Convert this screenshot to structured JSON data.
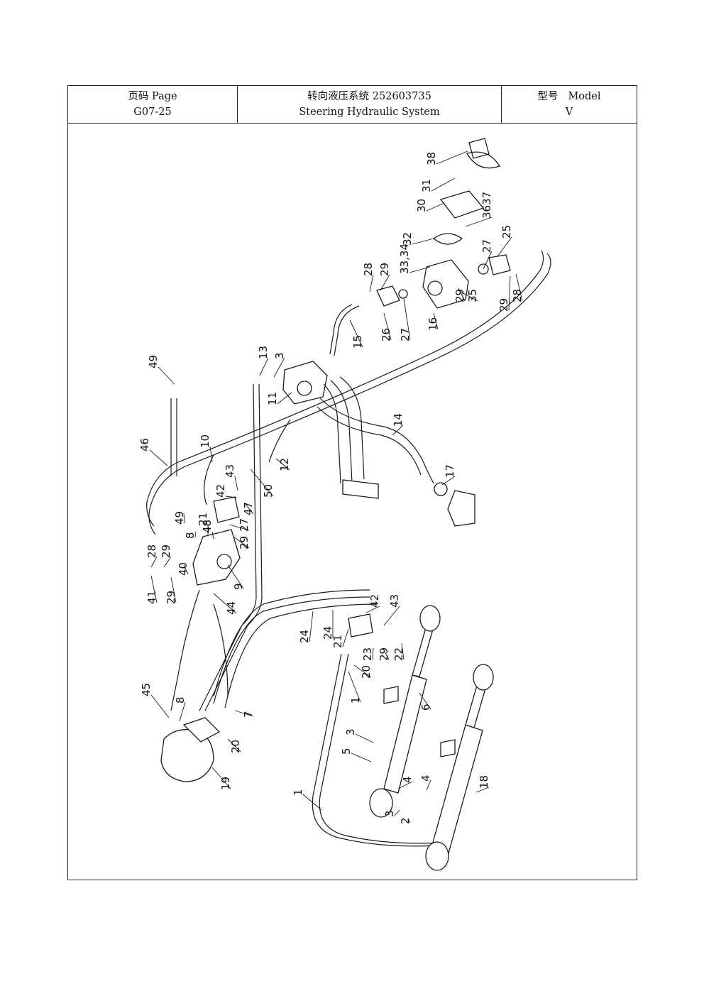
{
  "header": {
    "page_cn": "页码 Page",
    "page_no": "G07-25",
    "title_cn": "转向液压系统 252603735",
    "title_en": "Steering Hydraulic System",
    "model_cn": "型号",
    "model_en": "Model",
    "model_value": "V"
  },
  "callouts": [
    "38",
    "31",
    "30",
    "3637",
    "32",
    "33,34",
    "27",
    "25",
    "28",
    "29",
    "35",
    "29",
    "28",
    "29",
    "26",
    "27",
    "16",
    "15",
    "13",
    "3",
    "11",
    "49",
    "46",
    "10",
    "14",
    "12",
    "17",
    "43",
    "42",
    "50",
    "49",
    "8",
    "21",
    "48",
    "27",
    "47",
    "29",
    "28",
    "29",
    "40",
    "41",
    "29",
    "9",
    "44",
    "42",
    "43",
    "24",
    "24",
    "21",
    "23",
    "29",
    "22",
    "20",
    "1",
    "6",
    "45",
    "8",
    "7",
    "20",
    "19",
    "3",
    "5",
    "4",
    "4",
    "18",
    "1",
    "3",
    "2"
  ]
}
